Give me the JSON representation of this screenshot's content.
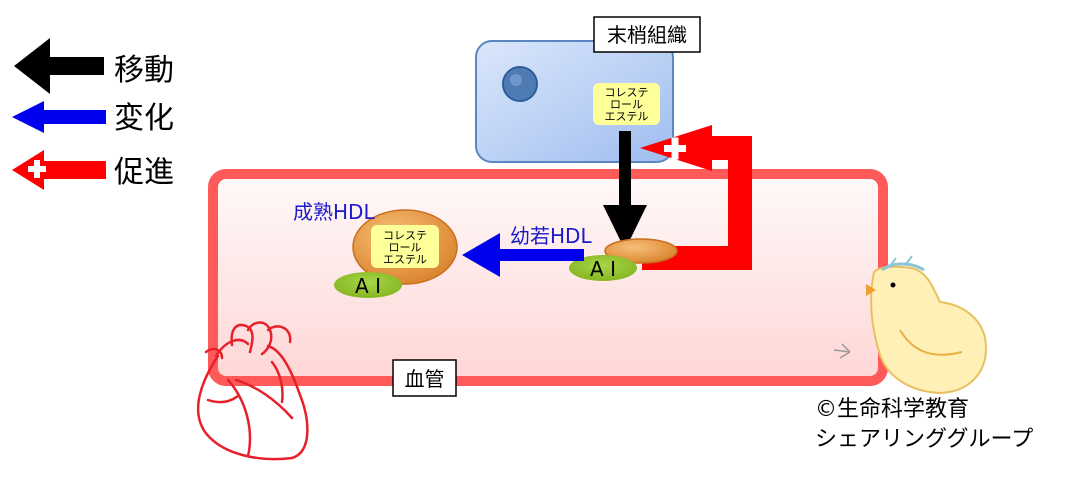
{
  "legend": {
    "move": "移動",
    "change": "変化",
    "promote": "促進"
  },
  "labels": {
    "peripheral_tissue": "末梢組織",
    "blood_vessel": "血管",
    "mature_hdl": "成熟HDL",
    "immature_hdl": "幼若HDL",
    "cholesterol_ester_lines": [
      "コレステ",
      "ロール",
      "エステル"
    ],
    "apo_ai": "A I",
    "copyright_line1": "©生命科学教育",
    "copyright_line2": "シェアリンググループ"
  },
  "colors": {
    "move_arrow": "#000000",
    "change_arrow": "#0000ee",
    "promote_arrow": "#ff0000",
    "vessel_border": "#ff5a5a",
    "hdl_orange": "#e8963a",
    "apo_green": "#8fc31f",
    "ester_yellow": "#ffff99",
    "cell_blue": "#a9c6f2",
    "nucleus_blue": "#4f7bb5",
    "label_blue": "#1a1acc"
  }
}
